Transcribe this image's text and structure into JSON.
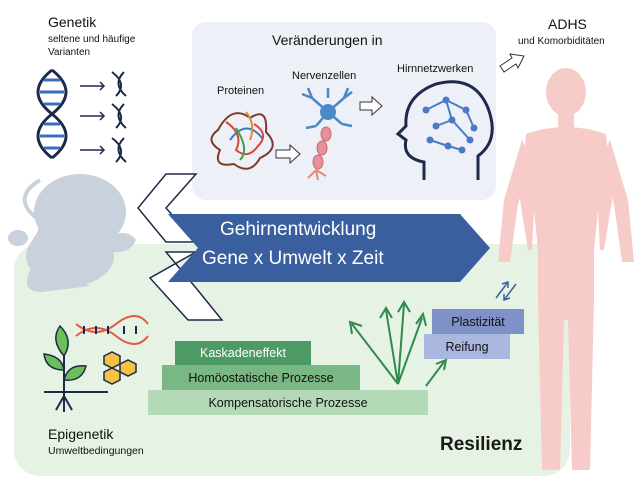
{
  "genetik": {
    "title": "Genetik",
    "subtitle_line1": "seltene und häufige",
    "subtitle_line2": "Varianten"
  },
  "changes": {
    "title": "Veränderungen in",
    "proteins": "Proteinen",
    "nerve_cells": "Nervenzellen",
    "brain_networks": "Hirnnetzwerken"
  },
  "adhs": {
    "title": "ADHS",
    "subtitle": "und Komorbiditäten"
  },
  "brain_dev": {
    "line1": "Gehirnentwicklung",
    "line2": "Gene x Umwelt x Zeit"
  },
  "epigenetik": {
    "title": "Epigenetik",
    "subtitle": "Umweltbedingungen"
  },
  "resilience": {
    "label": "Resilienz"
  },
  "processes": {
    "cascade": "Kaskadeneffekt",
    "homeostatic": "Homöostatische Prozesse",
    "compensatory": "Kompensatorische Prozesse",
    "plasticity": "Plastizität",
    "maturation": "Reifung"
  },
  "colors": {
    "arrow_blue": "#3a5f9e",
    "plasticity_blue": "#7f92c8",
    "maturation_blue": "#aab8df",
    "cascade_green": "#4e9a64",
    "homeostatic_green": "#79b884",
    "compensatory_green": "#b4d9b6",
    "resilience_bg": "#e6f2e3",
    "human_pink": "#f4c3c0",
    "fetus_grey": "#c7d0da"
  }
}
